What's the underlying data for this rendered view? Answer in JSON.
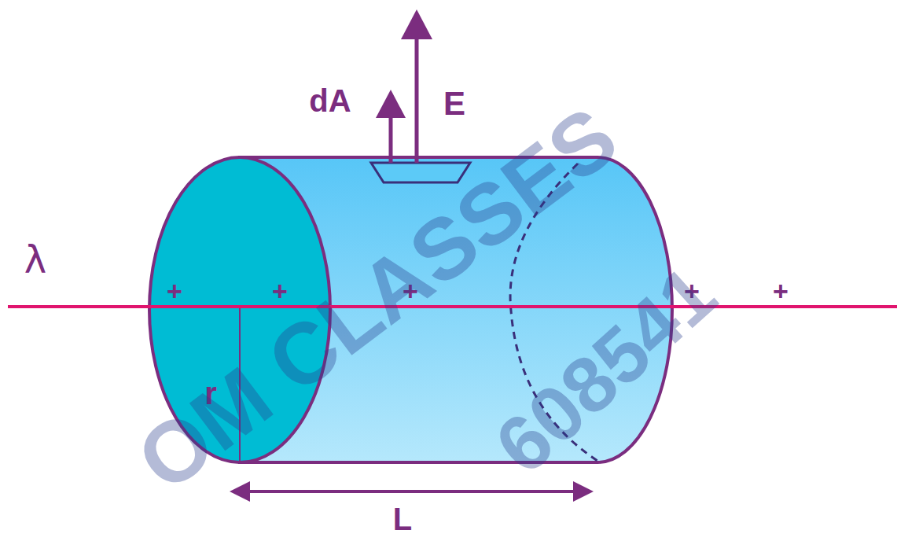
{
  "diagram": {
    "labels": [
      "dA",
      "E",
      "λ",
      "+",
      "+",
      "+",
      "+",
      "+",
      "r",
      "L",
      "OM CLASSES",
      "608541"
    ]
  }
}
